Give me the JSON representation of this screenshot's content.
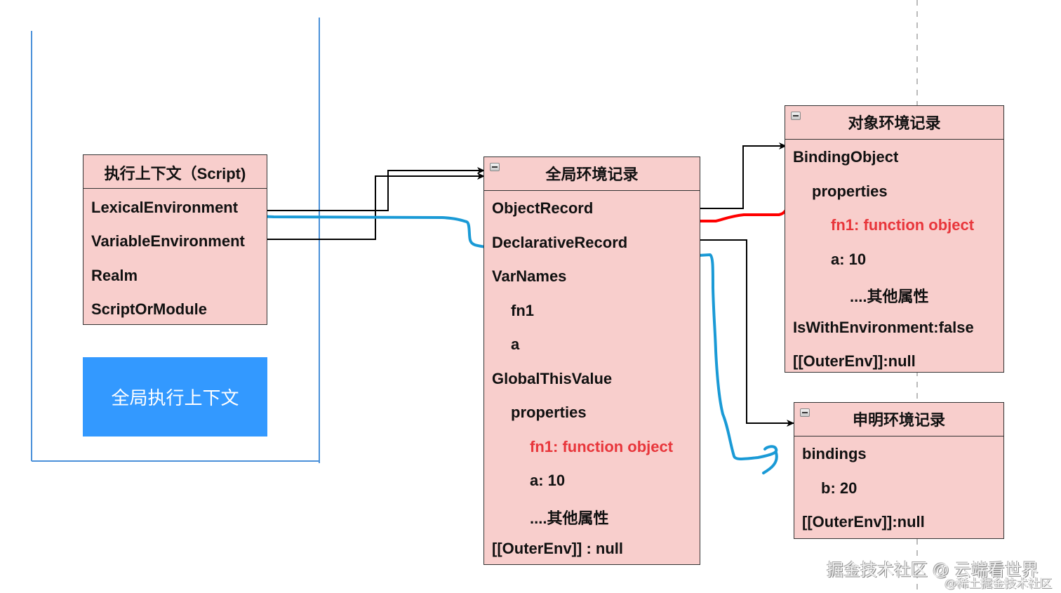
{
  "exec_context": {
    "title": "执行上下文（Script)",
    "fields": [
      "LexicalEnvironment",
      "VariableEnvironment",
      "Realm",
      "ScriptOrModule"
    ],
    "label": "全局执行上下文"
  },
  "global_env_record": {
    "title": "全局环境记录",
    "rows": [
      {
        "text": "ObjectRecord",
        "indent": 0,
        "highlight": false
      },
      {
        "text": "DeclarativeRecord",
        "indent": 0,
        "highlight": false
      },
      {
        "text": "VarNames",
        "indent": 0,
        "highlight": false
      },
      {
        "text": "fn1",
        "indent": 1,
        "highlight": false
      },
      {
        "text": "a",
        "indent": 1,
        "highlight": false
      },
      {
        "text": "GlobalThisValue",
        "indent": 0,
        "highlight": false
      },
      {
        "text": "properties",
        "indent": 1,
        "highlight": false
      },
      {
        "text": "fn1: function object",
        "indent": 2,
        "highlight": true
      },
      {
        "text": "a: 10",
        "indent": 2,
        "highlight": false
      },
      {
        "text": "....其他属性",
        "indent": 2,
        "highlight": false
      },
      {
        "text": "[[OuterEnv]] :   null",
        "indent": 0,
        "highlight": false
      }
    ]
  },
  "object_env_record": {
    "title": "对象环境记录",
    "rows": [
      {
        "text": "BindingObject",
        "indent": 0,
        "highlight": false
      },
      {
        "text": "properties",
        "indent": 1,
        "highlight": false
      },
      {
        "text": "fn1: function object",
        "indent": 2,
        "highlight": true
      },
      {
        "text": "a: 10",
        "indent": 2,
        "highlight": false
      },
      {
        "text": "....其他属性",
        "indent": 3,
        "highlight": false
      },
      {
        "text": "IsWithEnvironment:false",
        "indent": 0,
        "highlight": false
      },
      {
        "text": "[[OuterEnv]]:null",
        "indent": 0,
        "highlight": false
      }
    ]
  },
  "declarative_env_record": {
    "title": "申明环境记录",
    "rows": [
      {
        "text": "bindings",
        "indent": 0,
        "highlight": false
      },
      {
        "text": "b:  20",
        "indent": 1,
        "highlight": false
      },
      {
        "text": "[[OuterEnv]]:null",
        "indent": 0,
        "highlight": false
      }
    ]
  },
  "colors": {
    "box_fill": "#f8cecc",
    "label_fill": "#3399ff",
    "highlight_text": "#e8363b",
    "annotation_red": "#ff0000",
    "annotation_blue": "#1a9ad6",
    "frame_blue": "#4a90d9"
  },
  "watermark": {
    "main": "掘金技术社区 @ 云端看世界",
    "sub": "@稀土掘金技术社区"
  }
}
